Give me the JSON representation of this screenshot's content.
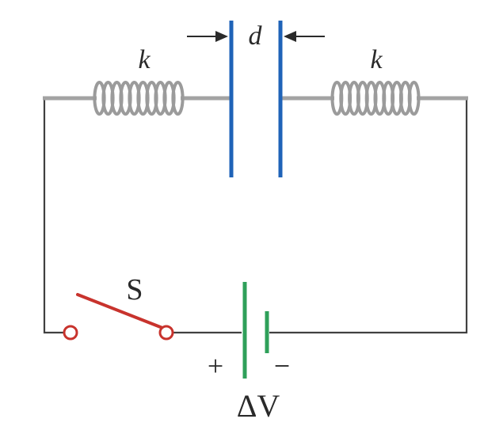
{
  "labels": {
    "spring_left": "k",
    "spring_right": "k",
    "gap": "d",
    "switch": "S",
    "plus": "+",
    "minus": "−",
    "voltage": "ΔV"
  },
  "colors": {
    "wire": "#404040",
    "spring": "#9b9b9b",
    "plate": "#1f63b8",
    "switch": "#c8332d",
    "battery": "#2fa05a",
    "text": "#2a2a2a"
  }
}
